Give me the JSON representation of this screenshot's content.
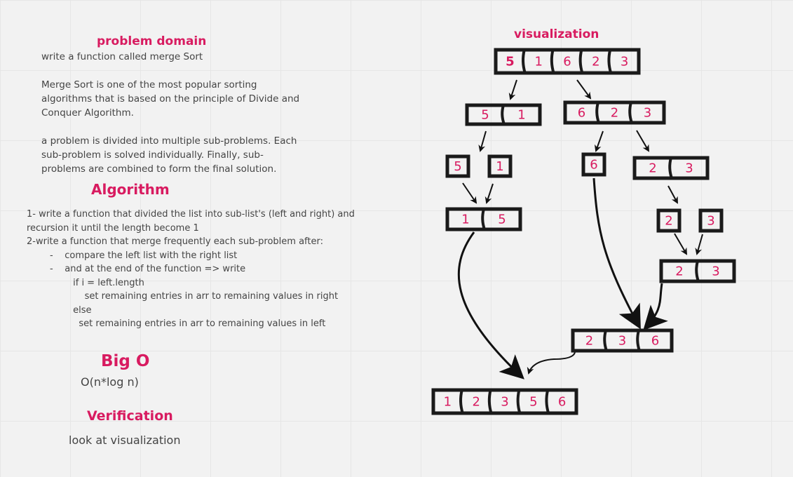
{
  "problem_domain": {
    "heading": "problem domain",
    "paragraphs": [
      "write a function called merge Sort",
      "Merge Sort is one of the most popular sorting\nalgorithms that is based on the principle of Divide and\nConquer Algorithm.",
      "a problem is divided into multiple sub-problems. Each\nsub-problem is solved individually. Finally, sub-\nproblems are combined to form the final solution."
    ]
  },
  "algorithm": {
    "heading": "Algorithm",
    "lines": [
      "1- write a function that divided the list into sub-list's (left and right) and",
      "recursion it until the length become 1",
      "2-write a function that merge frequently each sub-problem after:",
      "        -    compare the left list with the right list",
      "        -    and at the end of the function => write",
      "                if i = left.length",
      "                    set remaining entries in arr to remaining values in right",
      "                else",
      "                  set remaining entries in arr to remaining values in left"
    ]
  },
  "big_o": {
    "heading": "Big O",
    "value": "O(n*log n)"
  },
  "verification": {
    "heading": "Verification",
    "text": "look at visualization"
  },
  "visualization": {
    "heading": "visualization",
    "accent_color": "#d81b60",
    "arrays": {
      "root": [
        "5",
        "1",
        "6",
        "2",
        "3"
      ],
      "left": [
        "5",
        "1"
      ],
      "right": [
        "6",
        "2",
        "3"
      ],
      "left_a": [
        "5"
      ],
      "left_b": [
        "1"
      ],
      "right_a": [
        "6"
      ],
      "right_b": [
        "2",
        "3"
      ],
      "left_merged": [
        "1",
        "5"
      ],
      "rb_a": [
        "2"
      ],
      "rb_b": [
        "3"
      ],
      "rb_merged": [
        "2",
        "3"
      ],
      "right_merged": [
        "2",
        "3",
        "6"
      ],
      "final": [
        "1",
        "2",
        "3",
        "5",
        "6"
      ]
    }
  }
}
